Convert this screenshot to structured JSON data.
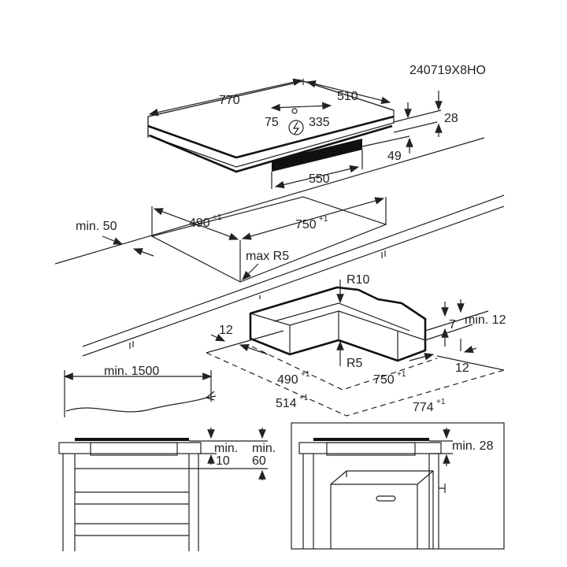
{
  "diagram": {
    "model_code": "240719X8HO",
    "hob": {
      "width": "770",
      "depth": "510",
      "offset_left": "75",
      "offset_right": "335",
      "thickness": "28",
      "body_height": "49",
      "body_width": "550",
      "power_symbol": "lightning-in-circle"
    },
    "cutout": {
      "min_edge": "min. 50",
      "depth": {
        "value": "490",
        "sup": "+1"
      },
      "width": {
        "value": "750",
        "sup": "+1"
      },
      "corner_radius": "max R5"
    },
    "frame": {
      "outer_radius": "R10",
      "inner_radius": "R5",
      "left_margin": "12",
      "step_height": "7",
      "min_depth": "min. 12",
      "right_margin": "12",
      "inner_depth": {
        "value": "490",
        "sup": "+1"
      },
      "inner_width": {
        "value": "750",
        "sup": "+1"
      },
      "outer_depth": {
        "value": "514",
        "sup": "+1"
      },
      "outer_width": {
        "value": "774",
        "sup": "+1"
      }
    },
    "cable": {
      "min_length": "min. 1500"
    },
    "drawer_install": {
      "gap_label": "min.",
      "gap_value": "10",
      "clearance_label": "min.",
      "clearance_value": "60"
    },
    "oven_install": {
      "clearance": "min. 28"
    }
  }
}
